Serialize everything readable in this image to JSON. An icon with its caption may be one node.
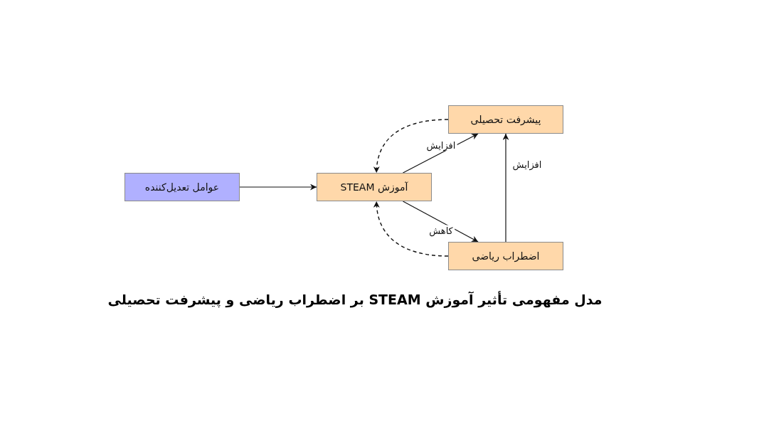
{
  "diagram": {
    "caption": "مدل مفهومی تأثیر آموزش STEAM بر اضطراب ریاضی و پیشرفت تحصیلی",
    "nodes": [
      {
        "text": [
          "عوامل تعدیل‌کننده"
        ]
      },
      {
        "text": [
          "آموزش STEAM"
        ]
      },
      {
        "text": [
          "پیشرفت تحصیلی"
        ]
      },
      {
        "text": [
          "اضطراب ریاضی"
        ]
      }
    ],
    "edges": [
      {
        "from": 0,
        "to": 1,
        "arrow": "to"
      },
      {
        "from": 1,
        "to": 2,
        "arrow": "to",
        "label": "افزایش"
      },
      {
        "from": 1,
        "to": 3,
        "arrow": "to",
        "label": "کاهش"
      },
      {
        "from": 3,
        "to": 2,
        "arrow": "to",
        "label": "افزایش"
      },
      {
        "from": 2,
        "to": 1,
        "arrow": "to",
        "style": "dashed"
      },
      {
        "from": 3,
        "to": 1,
        "arrow": "to",
        "style": "dashed"
      }
    ]
  }
}
